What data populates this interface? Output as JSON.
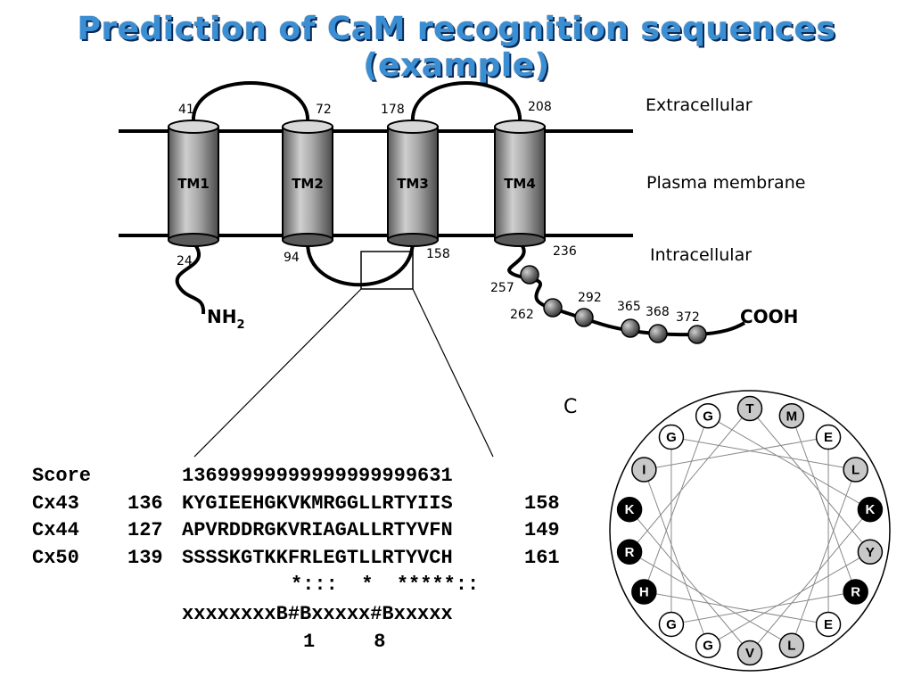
{
  "title": "Prediction of CaM recognition sequences (example)",
  "regions": {
    "extracellular": "Extracellular",
    "membrane": "Plasma membrane",
    "intracellular": "Intracellular"
  },
  "helices": [
    "TM1",
    "TM2",
    "TM3",
    "TM4"
  ],
  "residue_numbers": {
    "n41": "41",
    "n72": "72",
    "n178": "178",
    "n208": "208",
    "n24": "24",
    "n94": "94",
    "n158": "158",
    "n236": "236",
    "n257": "257",
    "n262": "262",
    "n292": "292",
    "n365": "365",
    "n368": "368",
    "n372": "372"
  },
  "termini": {
    "nh": "NH",
    "nh_sub": "2",
    "cooh": "COOH"
  },
  "panel_label": "C",
  "alignment": {
    "score_label": "Score",
    "score_value": "13699999999999999999631",
    "rows": [
      {
        "name": "Cx43",
        "start": "136",
        "seq": "KYGIEEHGKVKMRGGLLRTYIIS",
        "end": "158"
      },
      {
        "name": "Cx44",
        "start": "127",
        "seq": "APVRDDRGKVRIAGALLRTYVFN",
        "end": "149"
      },
      {
        "name": "Cx50",
        "start": "139",
        "seq": "SSSSKGTKKFRLEGTLLRTYVCH",
        "end": "161"
      }
    ],
    "conservation": "*:::  *  *****::",
    "motif": "xxxxxxxxB#Bxxxxx#Bxxxxx",
    "positions": "1     8"
  },
  "wheel_residues": [
    {
      "letter": "M",
      "fill": "#c8c8c8",
      "text": "#000"
    },
    {
      "letter": "E",
      "fill": "#ffffff",
      "text": "#000"
    },
    {
      "letter": "L",
      "fill": "#c8c8c8",
      "text": "#000"
    },
    {
      "letter": "K",
      "fill": "#000000",
      "text": "#fff"
    },
    {
      "letter": "Y",
      "fill": "#c8c8c8",
      "text": "#000"
    },
    {
      "letter": "R",
      "fill": "#000000",
      "text": "#fff"
    },
    {
      "letter": "E",
      "fill": "#ffffff",
      "text": "#000"
    },
    {
      "letter": "L",
      "fill": "#c8c8c8",
      "text": "#000"
    },
    {
      "letter": "V",
      "fill": "#c8c8c8",
      "text": "#000"
    },
    {
      "letter": "G",
      "fill": "#ffffff",
      "text": "#000"
    },
    {
      "letter": "G",
      "fill": "#ffffff",
      "text": "#000"
    },
    {
      "letter": "H",
      "fill": "#000000",
      "text": "#fff"
    },
    {
      "letter": "R",
      "fill": "#000000",
      "text": "#fff"
    },
    {
      "letter": "K",
      "fill": "#000000",
      "text": "#fff"
    },
    {
      "letter": "I",
      "fill": "#c8c8c8",
      "text": "#000"
    },
    {
      "letter": "G",
      "fill": "#ffffff",
      "text": "#000"
    },
    {
      "letter": "G",
      "fill": "#ffffff",
      "text": "#000"
    },
    {
      "letter": "T",
      "fill": "#c8c8c8",
      "text": "#000"
    }
  ]
}
